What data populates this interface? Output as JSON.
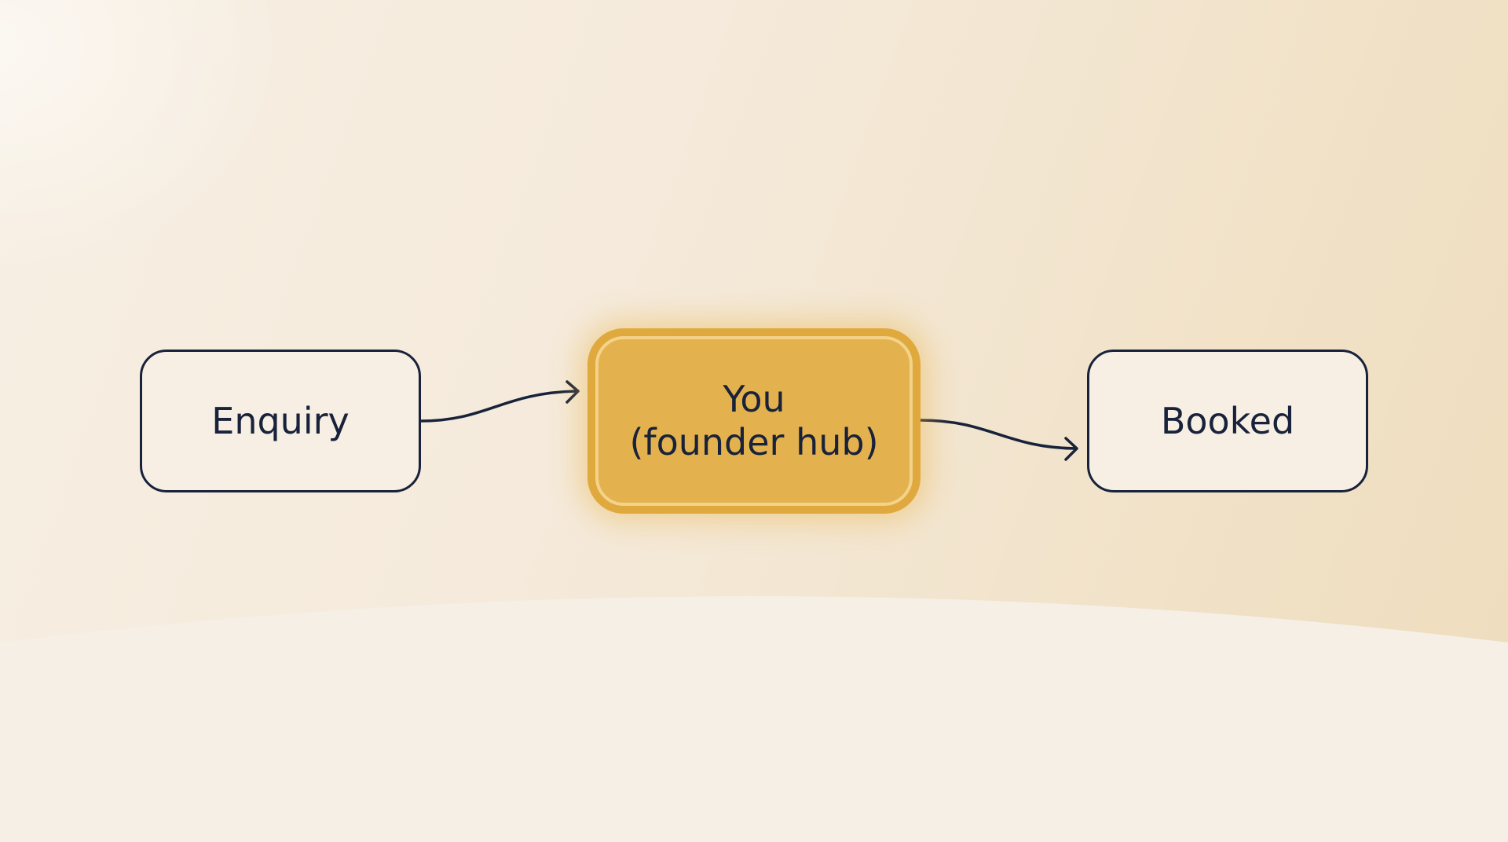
{
  "diagram": {
    "nodes": [
      {
        "id": "enquiry",
        "label": "Enquiry"
      },
      {
        "id": "hub",
        "label_line1": "You",
        "label_line2": "(founder hub)"
      },
      {
        "id": "booked",
        "label": "Booked"
      }
    ],
    "edges": [
      {
        "from": "enquiry",
        "to": "hub"
      },
      {
        "from": "hub",
        "to": "booked"
      }
    ]
  },
  "colors": {
    "ink": "#18223a",
    "hub_fill": "#e3b24e",
    "hub_border": "#e0a93e",
    "node_fill": "#f7efe4",
    "background": "#f5eadb"
  }
}
